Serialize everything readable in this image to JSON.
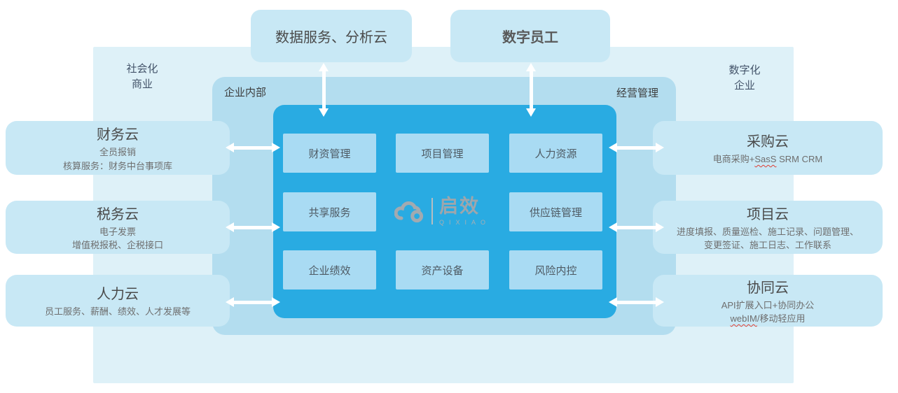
{
  "top_boxes": [
    {
      "label": "数据服务、分析云"
    },
    {
      "label": "数字员工"
    }
  ],
  "corner_labels": {
    "left_line1": "社会化",
    "left_line2": "商业",
    "right_line1": "数字化",
    "right_line2": "企业"
  },
  "panel_labels": {
    "left": "企业内部",
    "right": "经营管理"
  },
  "left_boxes": [
    {
      "title": "财务云",
      "lines": [
        "全员报销",
        "核算服务：财务中台事项库"
      ]
    },
    {
      "title": "税务云",
      "lines": [
        "电子发票",
        "增值税报税、企税接口"
      ]
    },
    {
      "title": "人力云",
      "lines": [
        "员工服务、薪酬、绩效、人才发展等"
      ]
    }
  ],
  "right_boxes": [
    {
      "title": "采购云",
      "line_prefix": "电商采购+",
      "line_misspelled": "SasS",
      "line_suffix": " SRM CRM"
    },
    {
      "title": "项目云",
      "lines": [
        "进度填报、质量巡检、施工记录、问题管理、",
        "变更签证、施工日志、工作联系"
      ]
    },
    {
      "title": "协同云",
      "line1": "API扩展入口+协同办公",
      "line2_misspelled": "webIM",
      "line2_suffix": "/移动轻应用"
    }
  ],
  "center": {
    "cells": [
      "财资管理",
      "项目管理",
      "人力资源",
      "共享服务",
      "供应链管理",
      "企业绩效",
      "资产设备",
      "风险内控"
    ],
    "logo": {
      "wordmark": "启效",
      "latin": "QIXIAO"
    }
  },
  "colors": {
    "center_box": "#29abe2",
    "inner_panel": "#b3ddef",
    "outer_panel": "#def1f8",
    "card": "#c8e8f5",
    "cell": "#a9dbf3",
    "arrow": "#ffffff",
    "spellcheck_underline": "#e03c31",
    "logo_gray": "#a2aab0"
  }
}
